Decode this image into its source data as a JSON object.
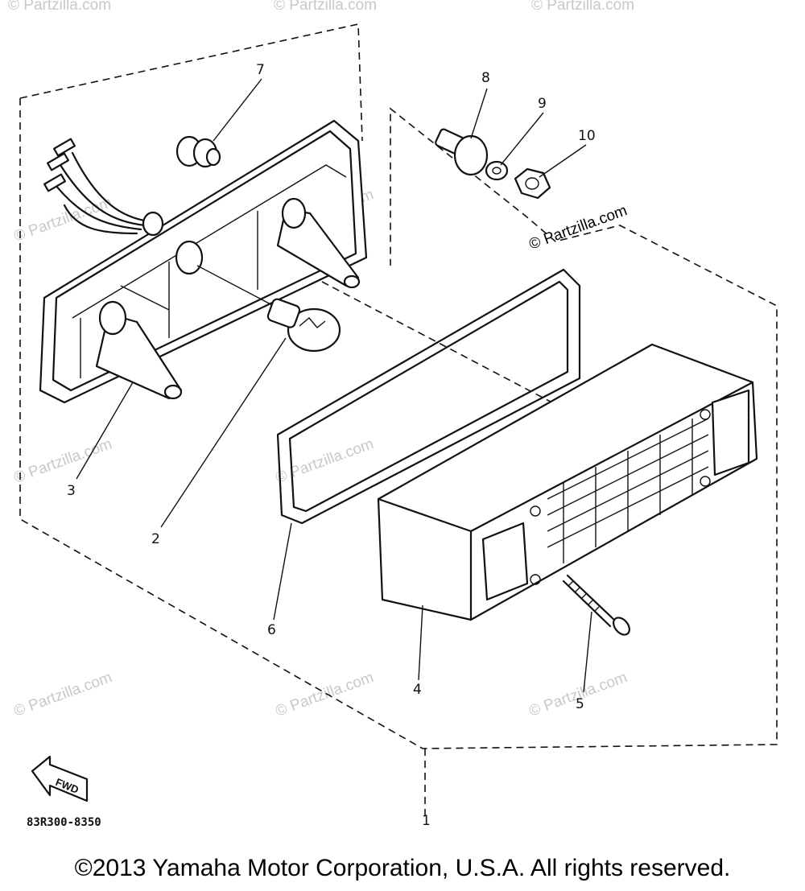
{
  "diagram": {
    "callouts": [
      "7",
      "8",
      "9",
      "10",
      "3",
      "2",
      "6",
      "4",
      "5",
      "1"
    ],
    "watermark": "© Partzilla.com",
    "forward_badge": "FWD",
    "diagram_code": "83R300-8350"
  },
  "footer": {
    "copyright": "©2013 Yamaha Motor Corporation, U.S.A. All rights reserved."
  }
}
